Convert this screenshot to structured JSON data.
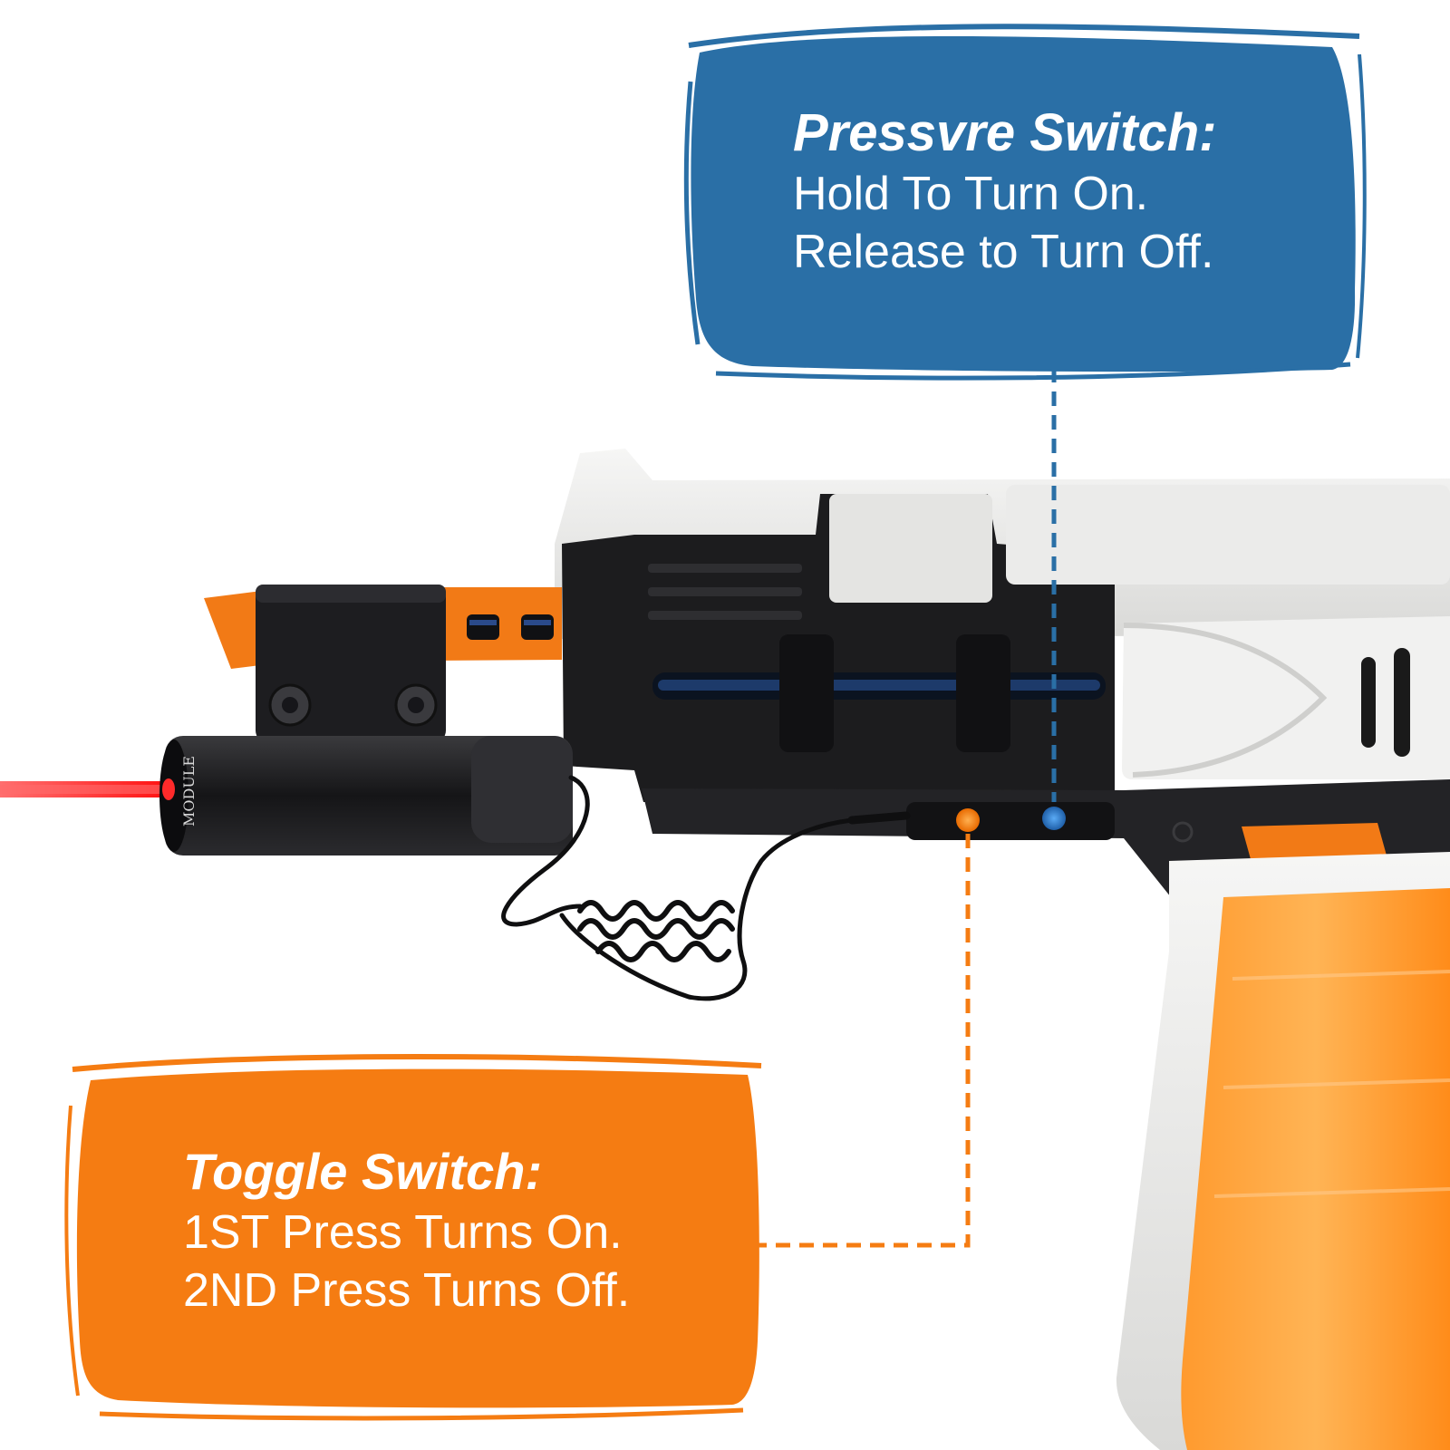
{
  "pressure_switch": {
    "title": "Pressvre Switch:",
    "line1": "Hold To Turn On.",
    "line2": "Release to Turn Off."
  },
  "toggle_switch": {
    "title": "Toggle Switch:",
    "line1": "1ST Press Turns On.",
    "line2": "2ND Press Turns Off."
  },
  "laser_label": "MODULE",
  "colors": {
    "blue_callout": "#2a6fa6",
    "orange_callout": "#f57c12",
    "laser_beam": "#ff1a1a",
    "blaster_body": "#1c1c1e",
    "blaster_shell": "#ededec",
    "accent_orange": "#f27a16",
    "blue_indicator": "#2a7fd4",
    "orange_indicator": "#ff8a1f"
  }
}
